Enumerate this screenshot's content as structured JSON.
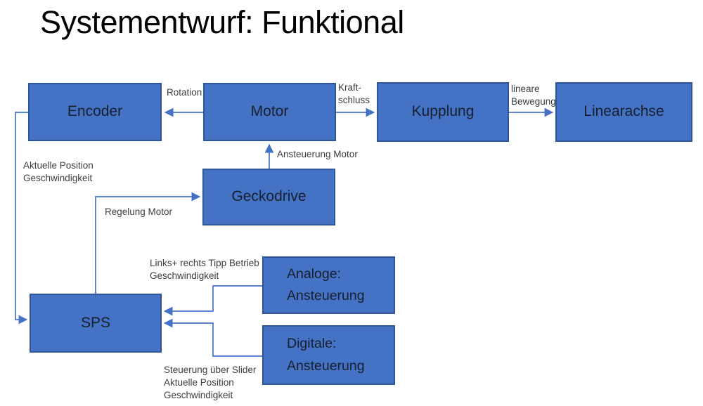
{
  "title": "Systementwurf: Funktional",
  "colors": {
    "background": "#ffffff",
    "title_text": "#000000",
    "box_fill": "#4472C4",
    "box_border": "#2F5597",
    "box_text": "#18202e",
    "connector": "#4472C4",
    "label_text": "#3d3d3d"
  },
  "nodes": {
    "encoder": {
      "label": "Encoder"
    },
    "motor": {
      "label": "Motor"
    },
    "kupplung": {
      "label": "Kupplung"
    },
    "linearachse": {
      "label": "Linearachse"
    },
    "geckodrive": {
      "label": "Geckodrive"
    },
    "sps": {
      "label": "SPS"
    },
    "analog": {
      "lines": [
        "Analoge:",
        "Ansteuerung"
      ]
    },
    "digital": {
      "lines": [
        "Digitale:",
        "Ansteuerung"
      ]
    }
  },
  "edges": {
    "motor_to_encoder": {
      "label_lines": [
        "Rotation"
      ]
    },
    "motor_to_kupplung": {
      "label_lines": [
        "Kraft-",
        "schluss"
      ]
    },
    "kupplung_to_linearachse": {
      "label_lines": [
        "lineare",
        "Bewegung"
      ]
    },
    "geckodrive_to_motor": {
      "label_lines": [
        "Ansteuerung Motor"
      ]
    },
    "encoder_to_sps": {
      "label_lines": [
        "Aktuelle Position",
        "Geschwindigkeit"
      ]
    },
    "sps_to_geckodrive": {
      "label_lines": [
        "Regelung Motor"
      ]
    },
    "analog_to_sps": {
      "label_lines": [
        "Links+ rechts Tipp Betrieb",
        "Geschwindigkeit"
      ]
    },
    "digital_to_sps": {
      "label_lines": [
        "Steuerung über Slider",
        "Aktuelle Position",
        "Geschwindigkeit"
      ]
    }
  }
}
